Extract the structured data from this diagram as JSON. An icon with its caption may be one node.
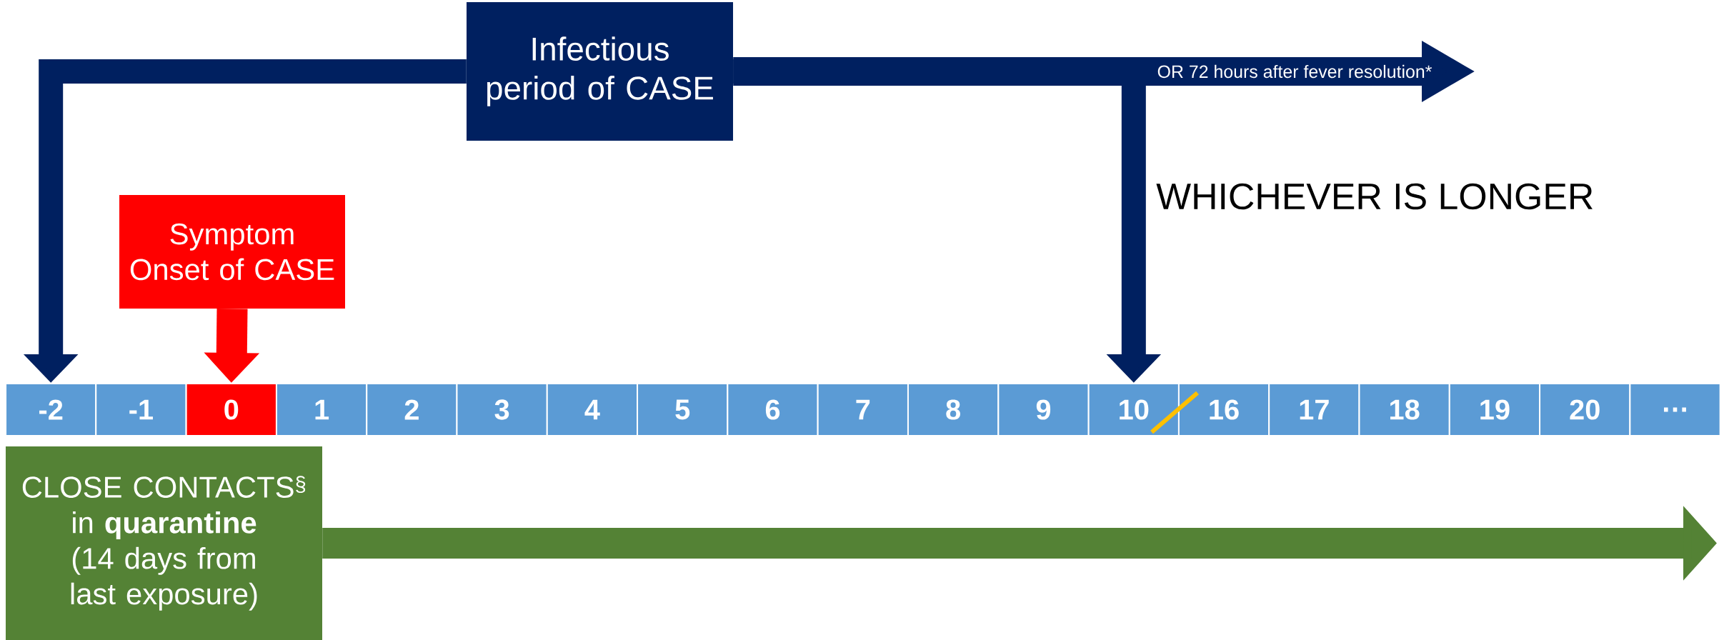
{
  "diagram": {
    "nodes": [
      {
        "text": [
          "Infectious period of CASE"
        ]
      },
      {
        "text": [
          "Symptom Onset of CASE"
        ]
      },
      {
        "text": [
          "-2"
        ]
      },
      {
        "text": [
          "-1"
        ]
      },
      {
        "text": [
          "0"
        ]
      },
      {
        "text": [
          "1"
        ]
      },
      {
        "text": [
          "2"
        ]
      },
      {
        "text": [
          "3"
        ]
      },
      {
        "text": [
          "4"
        ]
      },
      {
        "text": [
          "5"
        ]
      },
      {
        "text": [
          "6"
        ]
      },
      {
        "text": [
          "7"
        ]
      },
      {
        "text": [
          "8"
        ]
      },
      {
        "text": [
          "9"
        ]
      },
      {
        "text": [
          "10"
        ]
      },
      {
        "text": [
          "16"
        ]
      },
      {
        "text": [
          "17"
        ]
      },
      {
        "text": [
          "18"
        ]
      },
      {
        "text": [
          "19"
        ]
      },
      {
        "text": [
          "20"
        ]
      },
      {
        "text": [
          "…"
        ]
      },
      {
        "text": [
          "CLOSE CONTACTS$^{§}$ in **quarantine** (14 days from last exposure)"
        ]
      }
    ],
    "edges": [
      {
        "from": 0,
        "to": 2,
        "arrow": "to"
      },
      {
        "from": 0,
        "to": 14,
        "arrow": "to"
      },
      {
        "from": 0,
        "to": null,
        "arrow": "to",
        "label": "OR 72 hours after fever resolution*"
      },
      {
        "from": 1,
        "to": 4,
        "arrow": "to",
        "color": "#ff0000"
      },
      {
        "from": 21,
        "to": null,
        "arrow": "to",
        "color": "#548235"
      }
    ],
    "labels": [
      "WHICHEVER IS LONGER"
    ]
  }
}
